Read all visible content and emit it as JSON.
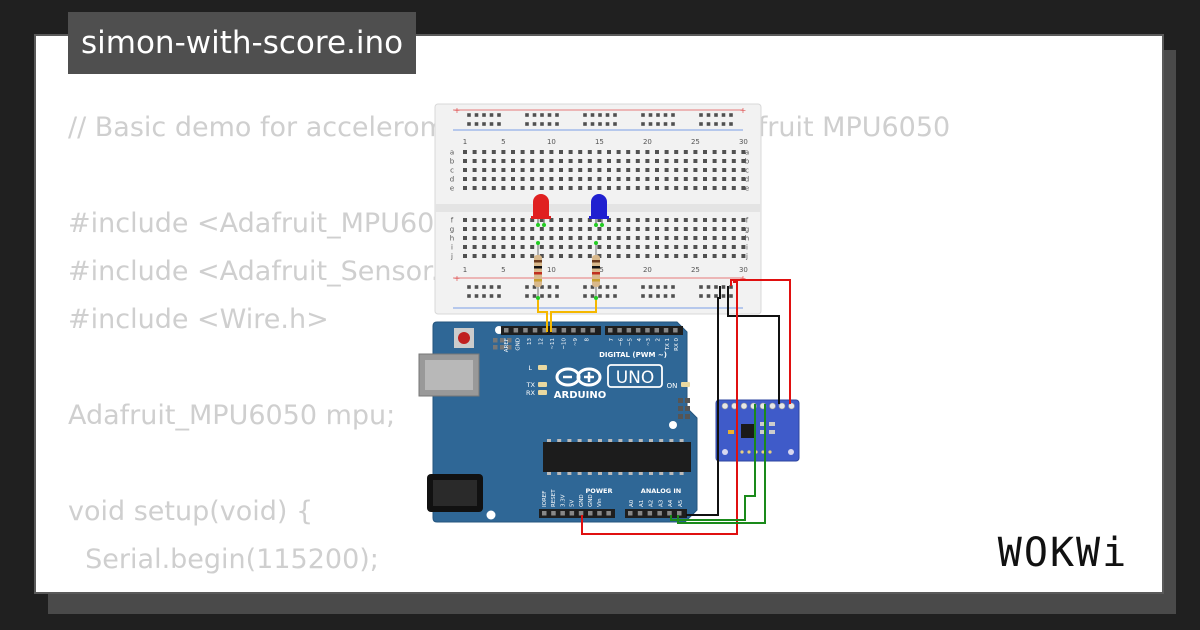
{
  "file_name": "simon-with-score.ino",
  "code_lines": [
    "// Basic demo for accelerometer readings from Adafruit MPU6050",
    "",
    "#include <Adafruit_MPU6050.h>",
    "#include <Adafruit_Sensor.h>",
    "#include <Wire.h>",
    "",
    "Adafruit_MPU6050 mpu;",
    "",
    "void setup(void) {",
    "  Serial.begin(115200);"
  ],
  "breadboard": {
    "column_numbers": [
      "1",
      "5",
      "10",
      "15",
      "20",
      "25",
      "30"
    ],
    "row_letters_top": [
      "a",
      "b",
      "c",
      "d",
      "e"
    ],
    "row_letters_bottom": [
      "f",
      "g",
      "h",
      "i",
      "j"
    ]
  },
  "board": {
    "name": "UNO",
    "brand": "ARDUINO",
    "digital_label": "DIGITAL (PWM ~)",
    "analog_label": "ANALOG IN",
    "power_label": "POWER",
    "on_label": "ON",
    "led_labels": [
      "L",
      "TX",
      "RX"
    ],
    "top_pin_labels": [
      "AREF",
      "GND",
      "13",
      "12",
      "~11",
      "~10",
      "~9",
      "8",
      "7",
      "~6",
      "~5",
      "4",
      "~3",
      "2",
      "TX 1",
      "RX 0"
    ],
    "power_pin_labels": [
      "IOREF",
      "RESET",
      "3.3V",
      "5V",
      "GND",
      "GND",
      "Vin"
    ],
    "analog_pin_labels": [
      "A0",
      "A1",
      "A2",
      "A3",
      "A4",
      "A5"
    ]
  },
  "leds": [
    {
      "color": "#e02020"
    },
    {
      "color": "#2020d0"
    }
  ],
  "wire_colors": {
    "signal": "#f5b800",
    "ground": "#111111",
    "power": "#e01010",
    "i2c": "#1a8a1a"
  },
  "logo_text": "WOKWi"
}
